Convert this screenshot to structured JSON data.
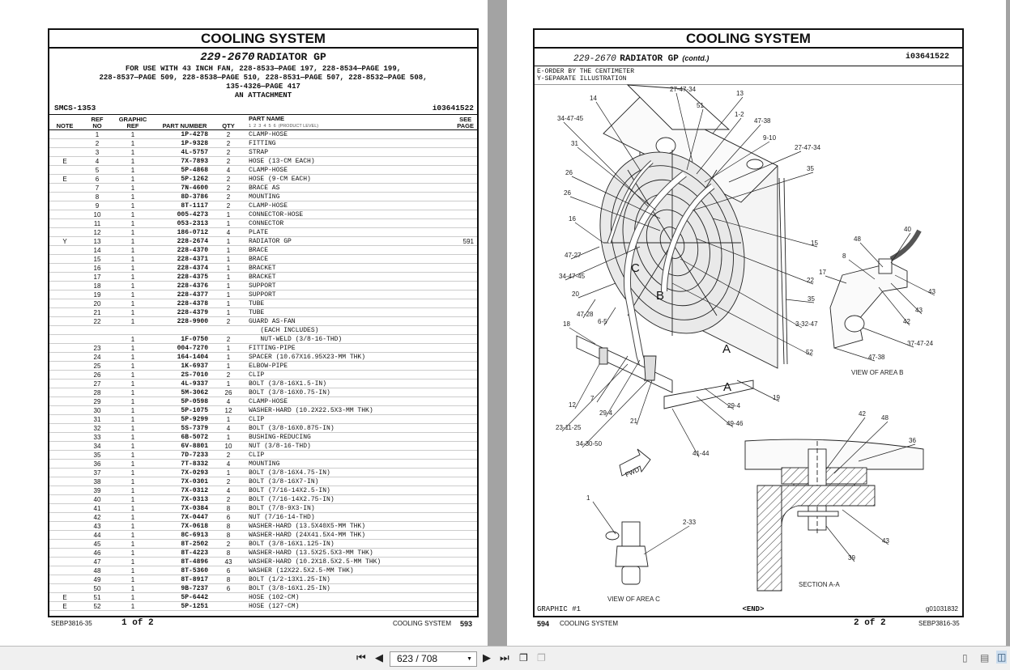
{
  "viewer": {
    "page_indicator": "623 / 708",
    "icons": [
      "first-page-icon",
      "prev-page-icon",
      "next-page-icon",
      "last-page-icon",
      "copy-page-icon",
      "paste-page-icon",
      "single-page-view-icon",
      "continuous-view-icon",
      "facing-pages-view-icon"
    ]
  },
  "left_page": {
    "title": "COOLING SYSTEM",
    "part_number": "229-2670",
    "part_name": "RADIATOR GP",
    "usage_lines": [
      "FOR USE WITH 43 INCH FAN, 228-8533—PAGE 197, 228-8534—PAGE 199,",
      "228-8537—PAGE 509, 228-8538—PAGE 510, 228-8531—PAGE 507, 228-8532—PAGE 508,",
      "135-4326—PAGE 417",
      "AN ATTACHMENT"
    ],
    "smcs": "SMCS-1353",
    "id": "i03641522",
    "columns": {
      "note": "NOTE",
      "ref_no_1": "REF",
      "ref_no_2": "NO",
      "graphic_ref_1": "GRAPHIC",
      "graphic_ref_2": "REF",
      "part_number": "PART NUMBER",
      "qty": "QTY",
      "part_name": "PART NAME",
      "product_level": "1  2  3  4  5  6  (PRODUCT LEVEL)",
      "see_page_1": "SEE",
      "see_page_2": "PAGE"
    },
    "rows": [
      [
        "",
        "1",
        "1",
        "1P-4278",
        "2",
        "CLAMP-HOSE",
        ""
      ],
      [
        "",
        "2",
        "1",
        "1P-9328",
        "2",
        "FITTING",
        ""
      ],
      [
        "",
        "3",
        "1",
        "4L-5757",
        "2",
        "STRAP",
        ""
      ],
      [
        "E",
        "4",
        "1",
        "7X-7893",
        "2",
        "HOSE (13-CM EACH)",
        ""
      ],
      [
        "",
        "5",
        "1",
        "5P-4868",
        "4",
        "CLAMP-HOSE",
        ""
      ],
      [
        "E",
        "6",
        "1",
        "5P-1262",
        "2",
        "HOSE (9-CM EACH)",
        ""
      ],
      [
        "",
        "7",
        "1",
        "7N-4600",
        "2",
        "BRACE AS",
        ""
      ],
      [
        "",
        "8",
        "1",
        "8D-3786",
        "2",
        "MOUNTING",
        ""
      ],
      [
        "",
        "9",
        "1",
        "8T-1117",
        "2",
        "CLAMP-HOSE",
        ""
      ],
      [
        "",
        "10",
        "1",
        "005-4273",
        "1",
        "CONNECTOR-HOSE",
        ""
      ],
      [
        "",
        "11",
        "1",
        "053-2313",
        "1",
        "CONNECTOR",
        ""
      ],
      [
        "",
        "12",
        "1",
        "186-0712",
        "4",
        "PLATE",
        ""
      ],
      [
        "Y",
        "13",
        "1",
        "228-2674",
        "1",
        "RADIATOR GP",
        "591"
      ],
      [
        "",
        "14",
        "1",
        "228-4370",
        "1",
        "BRACE",
        ""
      ],
      [
        "",
        "15",
        "1",
        "228-4371",
        "1",
        "BRACE",
        ""
      ],
      [
        "",
        "16",
        "1",
        "228-4374",
        "1",
        "BRACKET",
        ""
      ],
      [
        "",
        "17",
        "1",
        "228-4375",
        "1",
        "BRACKET",
        ""
      ],
      [
        "",
        "18",
        "1",
        "228-4376",
        "1",
        "SUPPORT",
        ""
      ],
      [
        "",
        "19",
        "1",
        "228-4377",
        "1",
        "SUPPORT",
        ""
      ],
      [
        "",
        "20",
        "1",
        "228-4378",
        "1",
        "TUBE",
        ""
      ],
      [
        "",
        "21",
        "1",
        "228-4379",
        "1",
        "TUBE",
        ""
      ],
      [
        "",
        "22",
        "1",
        "228-9900",
        "2",
        "GUARD AS-FAN",
        ""
      ],
      [
        "",
        "",
        "",
        "",
        "",
        "   (EACH INCLUDES)",
        ""
      ],
      [
        "",
        "",
        "1",
        "1F-0750",
        "2",
        "   NUT-WELD (3/8-16-THD)",
        ""
      ],
      [
        "",
        "23",
        "1",
        "004-7270",
        "1",
        "FITTING-PIPE",
        ""
      ],
      [
        "",
        "24",
        "1",
        "164-1404",
        "1",
        "SPACER (10.67X16.95X23-MM THK)",
        ""
      ],
      [
        "",
        "25",
        "1",
        "1K-6937",
        "1",
        "ELBOW-PIPE",
        ""
      ],
      [
        "",
        "26",
        "1",
        "2S-7010",
        "2",
        "CLIP",
        ""
      ],
      [
        "",
        "27",
        "1",
        "4L-9337",
        "1",
        "BOLT (3/8-16X1.5-IN)",
        ""
      ],
      [
        "",
        "28",
        "1",
        "5M-3062",
        "26",
        "BOLT (3/8-16X0.75-IN)",
        ""
      ],
      [
        "",
        "29",
        "1",
        "5P-0598",
        "4",
        "CLAMP-HOSE",
        ""
      ],
      [
        "",
        "30",
        "1",
        "5P-1075",
        "12",
        "WASHER-HARD (10.2X22.5X3-MM THK)",
        ""
      ],
      [
        "",
        "31",
        "1",
        "5P-9299",
        "1",
        "CLIP",
        ""
      ],
      [
        "",
        "32",
        "1",
        "5S-7379",
        "4",
        "BOLT (3/8-16X0.875-IN)",
        ""
      ],
      [
        "",
        "33",
        "1",
        "6B-5072",
        "1",
        "BUSHING-REDUCING",
        ""
      ],
      [
        "",
        "34",
        "1",
        "6V-8801",
        "10",
        "NUT (3/8-16-THD)",
        ""
      ],
      [
        "",
        "35",
        "1",
        "7D-7233",
        "2",
        "CLIP",
        ""
      ],
      [
        "",
        "36",
        "1",
        "7T-8332",
        "4",
        "MOUNTING",
        ""
      ],
      [
        "",
        "37",
        "1",
        "7X-0293",
        "1",
        "BOLT (3/8-16X4.75-IN)",
        ""
      ],
      [
        "",
        "38",
        "1",
        "7X-0301",
        "2",
        "BOLT (3/8-16X7-IN)",
        ""
      ],
      [
        "",
        "39",
        "1",
        "7X-0312",
        "4",
        "BOLT (7/16-14X2.5-IN)",
        ""
      ],
      [
        "",
        "40",
        "1",
        "7X-0313",
        "2",
        "BOLT (7/16-14X2.75-IN)",
        ""
      ],
      [
        "",
        "41",
        "1",
        "7X-0384",
        "8",
        "BOLT (7/8-9X3-IN)",
        ""
      ],
      [
        "",
        "42",
        "1",
        "7X-0447",
        "6",
        "NUT (7/16-14-THD)",
        ""
      ],
      [
        "",
        "43",
        "1",
        "7X-0618",
        "8",
        "WASHER-HARD (13.5X40X5-MM THK)",
        ""
      ],
      [
        "",
        "44",
        "1",
        "8C-6913",
        "8",
        "WASHER-HARD (24X41.5X4-MM THK)",
        ""
      ],
      [
        "",
        "45",
        "1",
        "8T-2502",
        "2",
        "BOLT (3/8-16X1.125-IN)",
        ""
      ],
      [
        "",
        "46",
        "1",
        "8T-4223",
        "8",
        "WASHER-HARD (13.5X25.5X3-MM THK)",
        ""
      ],
      [
        "",
        "47",
        "1",
        "8T-4896",
        "43",
        "WASHER-HARD (10.2X18.5X2.5-MM THK)",
        ""
      ],
      [
        "",
        "48",
        "1",
        "8T-5360",
        "6",
        "WASHER (12X22.5X2.5-MM THK)",
        ""
      ],
      [
        "",
        "49",
        "1",
        "8T-8917",
        "8",
        "BOLT (1/2-13X1.25-IN)",
        ""
      ],
      [
        "",
        "50",
        "1",
        "9B-7237",
        "6",
        "BOLT (3/8-16X1.25-IN)",
        ""
      ],
      [
        "E",
        "51",
        "1",
        "5P-6442",
        "",
        "HOSE (102-CM)",
        ""
      ],
      [
        "E",
        "52",
        "1",
        "5P-1251",
        "",
        "HOSE (127-CM)",
        ""
      ]
    ],
    "footer": {
      "doc": "SEBP3816-35",
      "page_of": "1 of 2",
      "section": "COOLING SYSTEM",
      "page_no": "593"
    }
  },
  "right_page": {
    "title": "COOLING SYSTEM",
    "part_number": "229-2670",
    "part_name": "RADIATOR GP",
    "contd": "(contd.)",
    "id": "i03641522",
    "notes": [
      "E-ORDER BY THE CENTIMETER",
      "Y-SEPARATE ILLUSTRATION"
    ],
    "diagram": {
      "callouts": [
        "27-47-34",
        "13",
        "14",
        "51",
        "1-2",
        "47-38",
        "34-47-45",
        "9-10",
        "31",
        "27-47-34",
        "35",
        "26",
        "26",
        "16",
        "15",
        "48",
        "40",
        "8",
        "47-27",
        "17",
        "22",
        "34-47-45",
        "43",
        "20",
        "35",
        "43",
        "42",
        "47-28",
        "6-5",
        "18",
        "3-32-47",
        "37-47-24",
        "52",
        "47-38",
        "19",
        "12",
        "7",
        "29-4",
        "29-4",
        "21",
        "42",
        "48",
        "49-46",
        "23-11-25",
        "36",
        "34-30-50",
        "41-44",
        "1",
        "2-33",
        "43",
        "39"
      ],
      "view_letters": [
        "A",
        "A",
        "B",
        "C"
      ],
      "fwd": "FWD",
      "captions": {
        "area_b": "VIEW OF AREA B",
        "area_c": "VIEW OF AREA C",
        "section": "SECTION A-A"
      }
    },
    "graphic_label": "GRAPHIC #1",
    "end_label": "<END>",
    "graphic_id": "g01031832",
    "footer": {
      "page_no": "594",
      "section": "COOLING SYSTEM",
      "page_of": "2 of 2",
      "doc": "SEBP3816-35"
    }
  }
}
